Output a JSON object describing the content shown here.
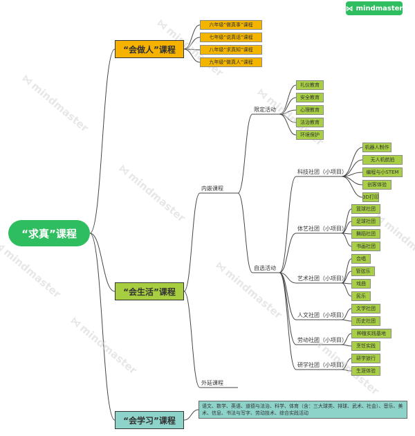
{
  "brand": {
    "logo_text": "mindmaster",
    "watermark_text": "mindmaster",
    "logo_icon": "mindmaster-logo-icon"
  },
  "colors": {
    "root": "#2ebd5f",
    "zuoren": "#f6b200",
    "shenghuo": "#a7cd40",
    "xuexi": "#8ed3c9"
  },
  "root": {
    "label": "“求真”课程"
  },
  "branches": {
    "zuoren": {
      "label": "“会做人”课程",
      "items": [
        "六年级“做真事”课程",
        "七年级“说真话”课程",
        "八年级“求真知”课程",
        "九年级“做真人”课程"
      ]
    },
    "shenghuo": {
      "label": "“会生活”课程",
      "neiqian": {
        "label": "内嵌课程",
        "xianding": {
          "label": "限定活动",
          "items": [
            "礼仪教育",
            "安全教育",
            "心理教育",
            "法治教育",
            "环境保护"
          ]
        },
        "zixuan": {
          "label": "自选活动",
          "groups": [
            {
              "label": "科技社团（小项目）",
              "items": [
                "机器人制作",
                "无人机航拍",
                "编程与小STEM",
                "创客体验",
                "3D打印"
              ]
            },
            {
              "label": "体艺社团（小项目）",
              "items": [
                "篮球社团",
                "足球社团",
                "舞蹈社团",
                "书画社团"
              ]
            },
            {
              "label": "艺术社团（小项目）",
              "items": [
                "合唱",
                "管弦乐",
                "戏曲",
                "民乐"
              ]
            },
            {
              "label": "人文社团（小项目）",
              "items": [
                "文学社团",
                "历史社团"
              ]
            },
            {
              "label": "劳动社团（小项目）",
              "items": [
                "种植实践基地",
                "烹饪实践"
              ]
            },
            {
              "label": "研学社团（小项目）",
              "items": [
                "研学旅行",
                "生涯体验"
              ]
            }
          ]
        }
      },
      "waiyan": {
        "label": "外延课程"
      }
    },
    "xuexi": {
      "label": "“会学习”课程",
      "note": "语文、数学、英语、道德与法治、科学、体育（含：三大球类、排球、武术、社会）、音乐、美术、信息、书法与写字、劳动技术、综合实践活动"
    }
  }
}
